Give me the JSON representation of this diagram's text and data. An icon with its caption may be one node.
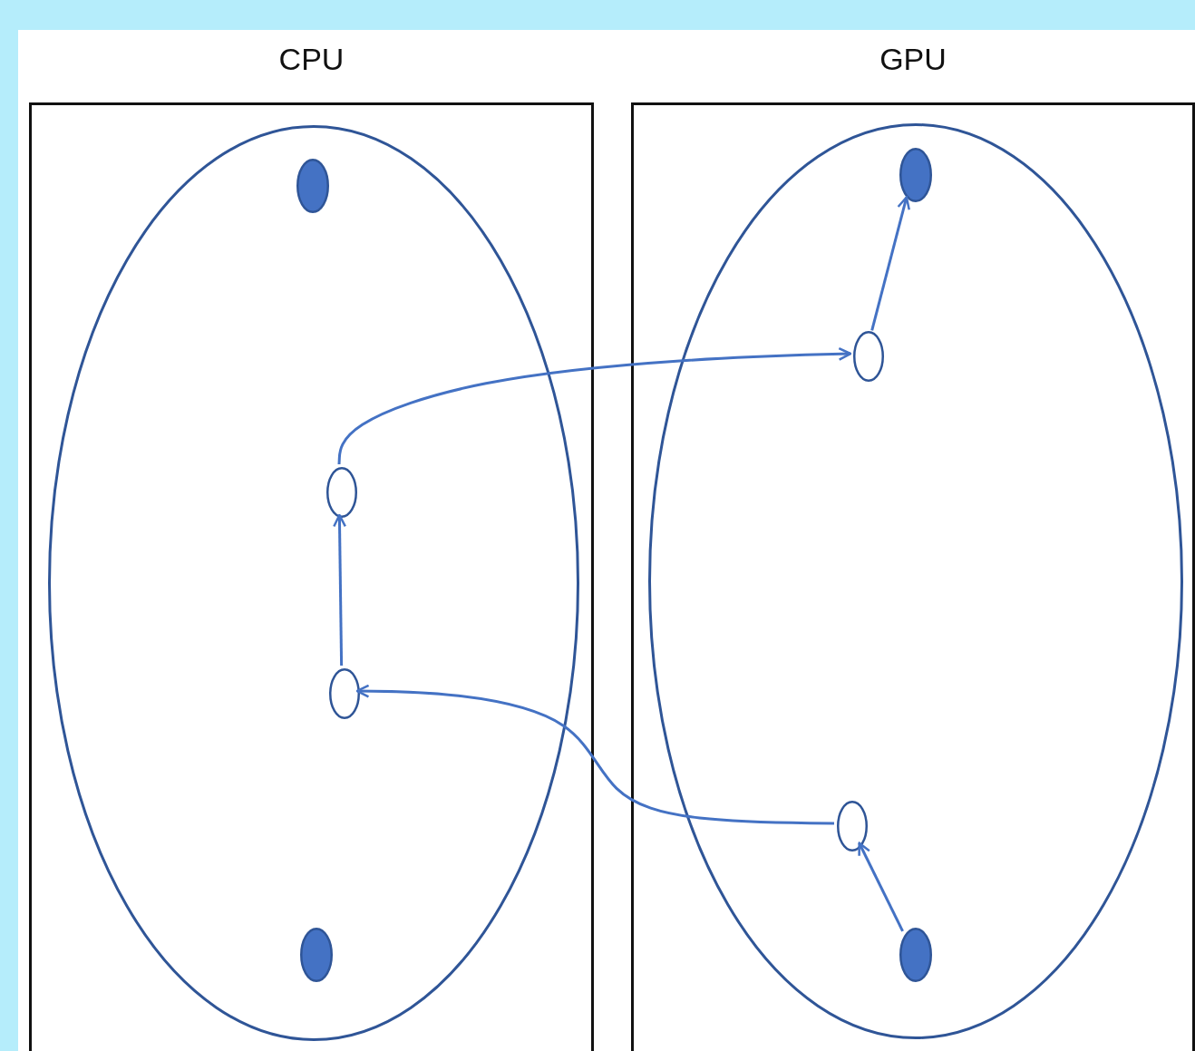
{
  "diagram": {
    "nodes": [
      {
        "text": [
          "CPU"
        ]
      },
      {
        "text": [],
        "shape": "ellipse",
        "in": 0
      },
      {
        "text": [],
        "shape": "dot",
        "in": 1
      },
      {
        "text": [],
        "shape": "circle",
        "in": 1
      },
      {
        "text": [],
        "shape": "circle",
        "in": 1
      },
      {
        "text": [],
        "shape": "dot",
        "in": 1
      },
      {
        "text": [
          "GPU"
        ]
      },
      {
        "text": [],
        "shape": "ellipse",
        "in": 6
      },
      {
        "text": [],
        "shape": "dot",
        "in": 7
      },
      {
        "text": [],
        "shape": "circle",
        "in": 7
      },
      {
        "text": [],
        "shape": "circle",
        "in": 7
      },
      {
        "text": [],
        "shape": "dot",
        "in": 7
      }
    ],
    "edges": [
      {
        "from": 4,
        "to": 3,
        "arrow": "to"
      },
      {
        "from": 3,
        "to": 9,
        "arrow": "to"
      },
      {
        "from": 10,
        "to": 4,
        "arrow": "to"
      },
      {
        "from": 11,
        "to": 10,
        "arrow": "to"
      },
      {
        "from": 9,
        "to": 8,
        "arrow": "to"
      }
    ]
  }
}
